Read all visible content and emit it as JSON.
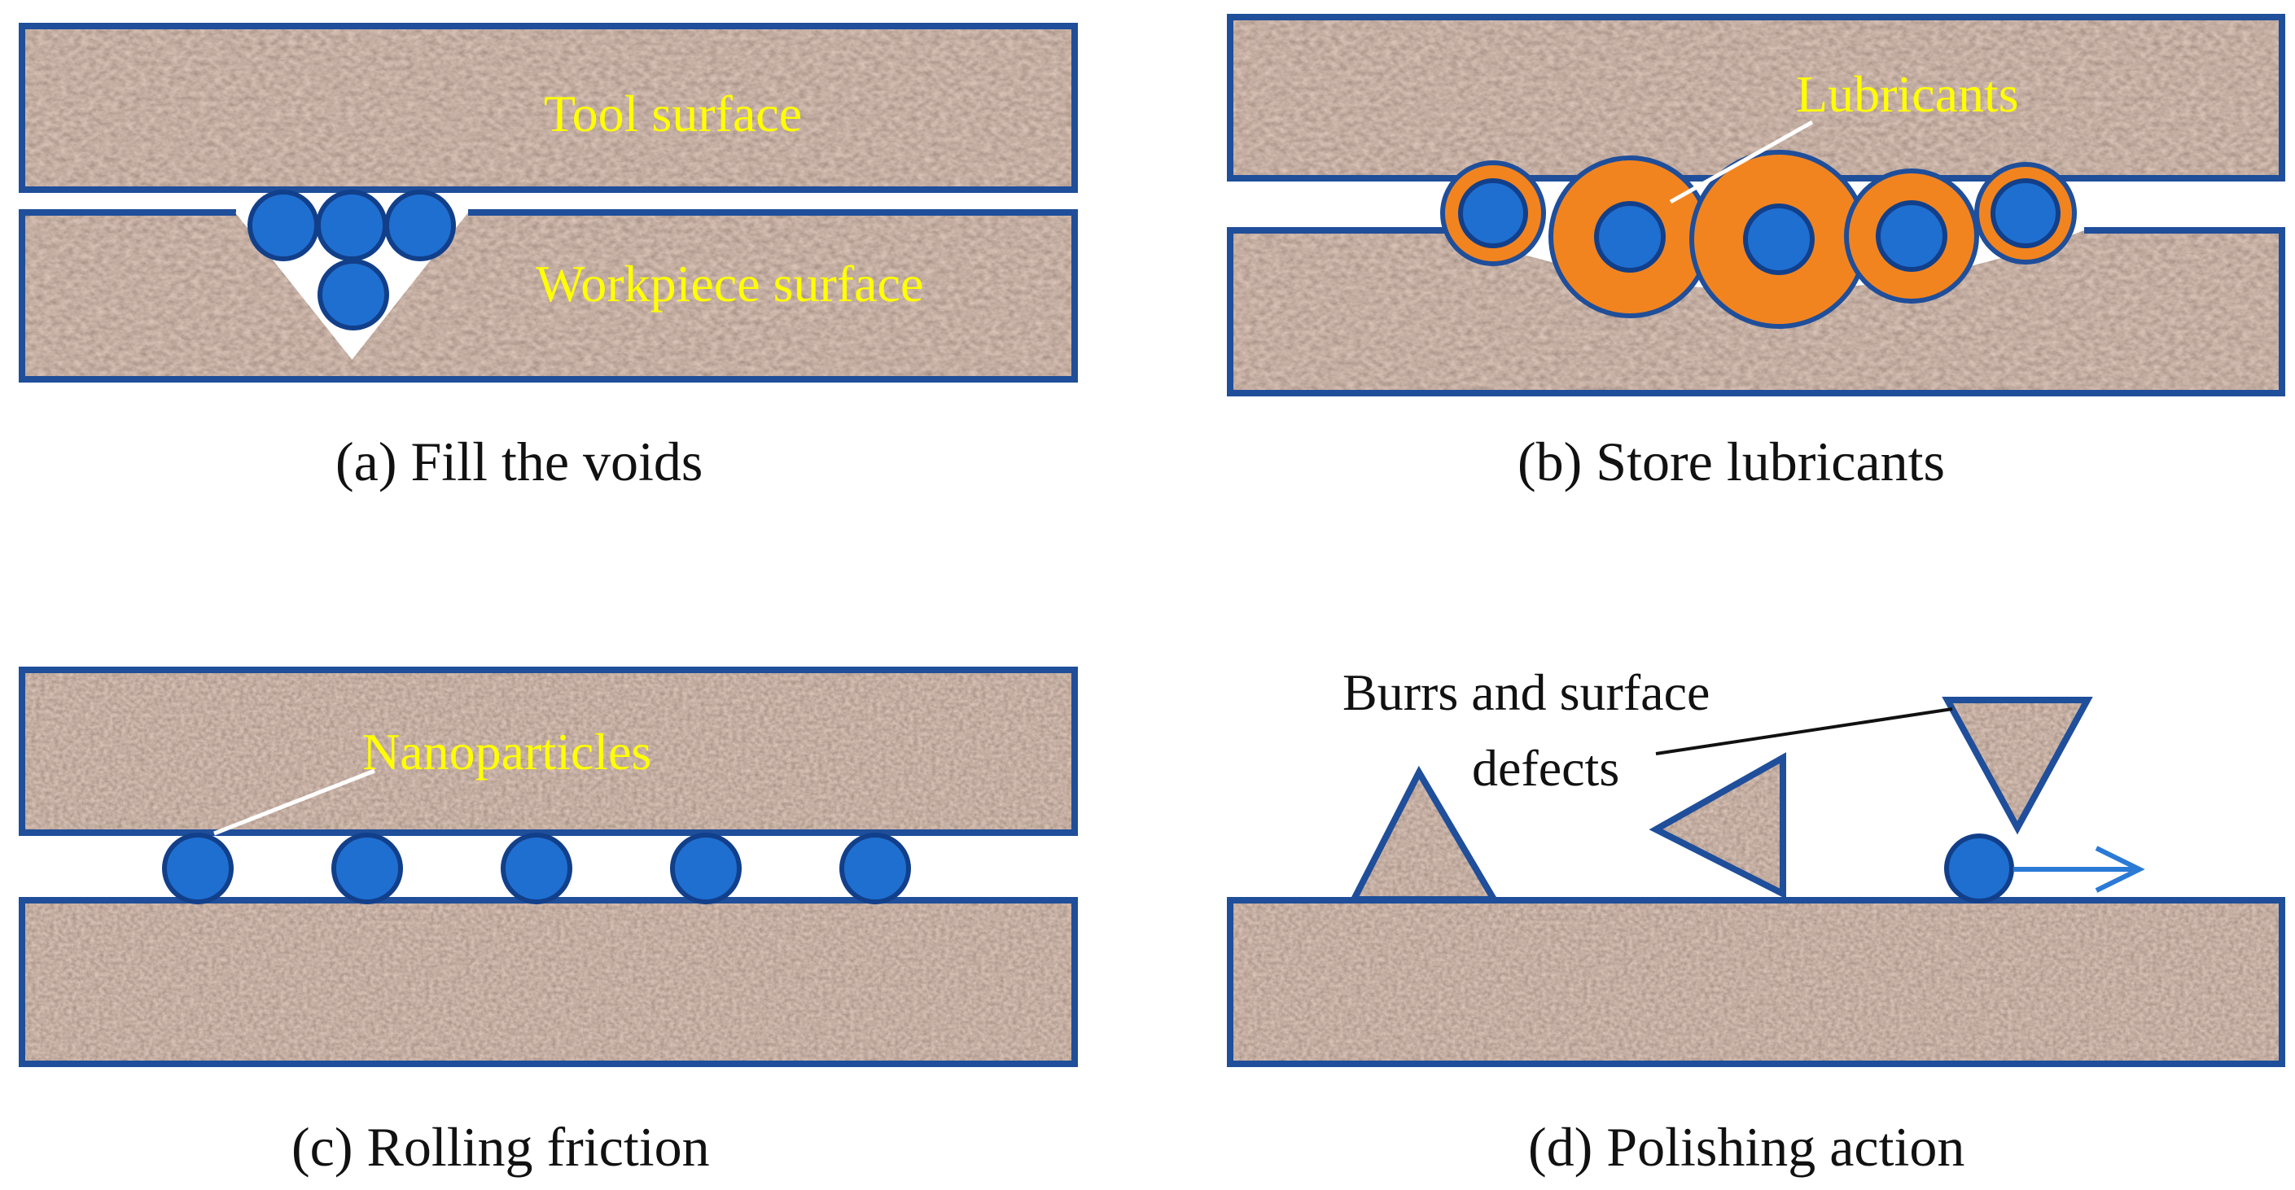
{
  "panels": {
    "a": {
      "caption": "(a) Fill the voids",
      "labels": {
        "tool": "Tool surface",
        "workpiece": "Workpiece surface"
      }
    },
    "b": {
      "caption": "(b) Store lubricants",
      "labels": {
        "lubricants": "Lubricants"
      }
    },
    "c": {
      "caption": "(c) Rolling friction",
      "labels": {
        "nanoparticles": "Nanoparticles"
      }
    },
    "d": {
      "caption": "(d) Polishing action",
      "labels": {
        "burrs_line1": "Burrs and surface",
        "burrs_line2": "defects"
      }
    }
  },
  "colors": {
    "outline": "#1f4e9a",
    "particle": "#1f6fd0",
    "particle_edge": "#123f8a",
    "lubricant": "#f2841f",
    "surface_base": "#8a6e60",
    "label_yellow": "#ffff00",
    "arrow": "#2a7ad6"
  },
  "icons": {
    "particle": "nanoparticle-circle",
    "lubricant": "lubricant-ring",
    "motion": "right-arrow"
  }
}
